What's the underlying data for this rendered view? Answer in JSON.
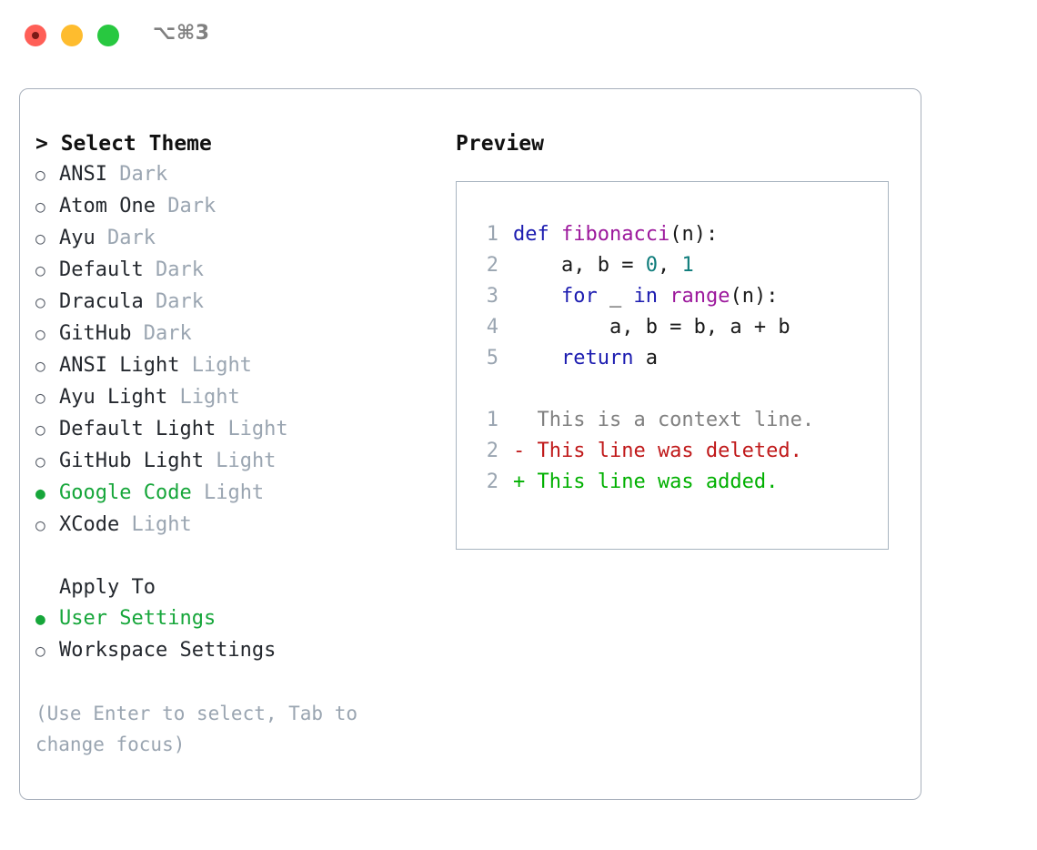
{
  "titlebar": {
    "shortcut": "⌥⌘3",
    "buttons": [
      {
        "name": "close",
        "color": "#ff5f57"
      },
      {
        "name": "minimize",
        "color": "#febc2e"
      },
      {
        "name": "maximize",
        "color": "#28c840"
      }
    ]
  },
  "theme_list": {
    "title": "> Select Theme",
    "marker_off": "○",
    "marker_on": "●",
    "items": [
      {
        "label": "ANSI",
        "badge": "Dark",
        "selected": false
      },
      {
        "label": "Atom One",
        "badge": "Dark",
        "selected": false
      },
      {
        "label": "Ayu",
        "badge": "Dark",
        "selected": false
      },
      {
        "label": "Default",
        "badge": "Dark",
        "selected": false
      },
      {
        "label": "Dracula",
        "badge": "Dark",
        "selected": false
      },
      {
        "label": "GitHub",
        "badge": "Dark",
        "selected": false
      },
      {
        "label": "ANSI Light",
        "badge": "Light",
        "selected": false
      },
      {
        "label": "Ayu Light",
        "badge": "Light",
        "selected": false
      },
      {
        "label": "Default Light",
        "badge": "Light",
        "selected": false
      },
      {
        "label": "GitHub Light",
        "badge": "Light",
        "selected": false
      },
      {
        "label": "Google Code",
        "badge": "Light",
        "selected": true
      },
      {
        "label": "XCode",
        "badge": "Light",
        "selected": false
      }
    ]
  },
  "apply_to": {
    "title": "Apply To",
    "items": [
      {
        "label": "User Settings",
        "selected": true
      },
      {
        "label": "Workspace Settings",
        "selected": false
      }
    ]
  },
  "hint": "(Use Enter to select, Tab to change focus)",
  "preview": {
    "title": "Preview",
    "code_lines": [
      {
        "no": "1",
        "tokens": [
          {
            "t": "def ",
            "c": "kw"
          },
          {
            "t": "fibonacci",
            "c": "fn"
          },
          {
            "t": "(n):",
            "c": "pl"
          }
        ]
      },
      {
        "no": "2",
        "tokens": [
          {
            "t": "    a, b = ",
            "c": "pl"
          },
          {
            "t": "0",
            "c": "num"
          },
          {
            "t": ", ",
            "c": "pl"
          },
          {
            "t": "1",
            "c": "num"
          }
        ]
      },
      {
        "no": "3",
        "tokens": [
          {
            "t": "    ",
            "c": "pl"
          },
          {
            "t": "for",
            "c": "kw"
          },
          {
            "t": " _ ",
            "c": "pl"
          },
          {
            "t": "in",
            "c": "kw"
          },
          {
            "t": " ",
            "c": "pl"
          },
          {
            "t": "range",
            "c": "fn"
          },
          {
            "t": "(n):",
            "c": "pl"
          }
        ]
      },
      {
        "no": "4",
        "tokens": [
          {
            "t": "        a, b = b, a + b",
            "c": "pl"
          }
        ]
      },
      {
        "no": "5",
        "tokens": [
          {
            "t": "    ",
            "c": "pl"
          },
          {
            "t": "return",
            "c": "kw"
          },
          {
            "t": " a",
            "c": "pl"
          }
        ]
      }
    ],
    "diff_lines": [
      {
        "no": "1",
        "text": "  This is a context line.",
        "kind": "ctx"
      },
      {
        "no": "2",
        "text": "- This line was deleted.",
        "kind": "del"
      },
      {
        "no": "2",
        "text": "+ This line was added.",
        "kind": "add"
      }
    ]
  },
  "colors": {
    "accent_green": "#16a63a",
    "muted": "#9aa5b1",
    "keyword": "#1c1cb0",
    "function": "#9c189c",
    "number": "#0e7c7b",
    "diff_delete": "#c0191a",
    "diff_add": "#00b000",
    "border": "#a8b0bc"
  }
}
